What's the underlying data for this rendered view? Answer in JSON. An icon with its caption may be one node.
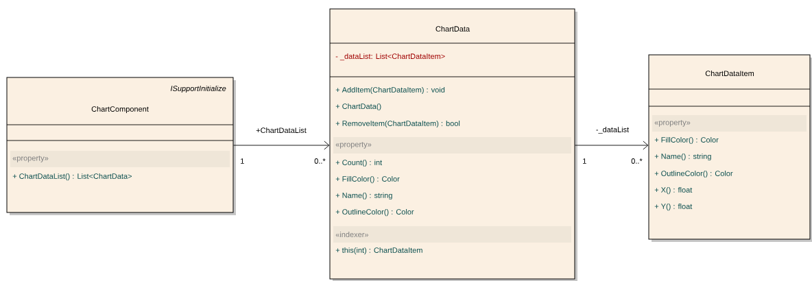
{
  "diagram": {
    "nodes": [
      {
        "text": [
          "ISupportInitialize",
          "ChartComponent",
          "«property»",
          "+ ChartDataList() : List<ChartData>"
        ]
      },
      {
        "text": [
          "ChartData",
          "- _dataList: List<ChartDataItem>",
          "+ AddItem(ChartDataItem) : void",
          "+ ChartData()",
          "+ RemoveItem(ChartDataItem) : bool",
          "«property»",
          "+ Count() : int",
          "+ FillColor() : Color",
          "+ Name() : string",
          "+ OutlineColor() : Color",
          "«indexer»",
          "+ this(int) : ChartDataItem"
        ]
      },
      {
        "text": [
          "ChartDataItem",
          "«property»",
          "+ FillColor() : Color",
          "+ Name() : string",
          "+ OutlineColor() : Color",
          "+ X() : float",
          "+ Y() : float"
        ]
      }
    ],
    "edges": [
      {
        "from": 0,
        "to": 1,
        "arrow": "to",
        "label": "+ChartDataList"
      },
      {
        "from": 1,
        "to": 2,
        "arrow": "to",
        "label": "-_dataList"
      }
    ],
    "labels": [
      "1",
      "0..*",
      "1",
      "0..*"
    ]
  }
}
